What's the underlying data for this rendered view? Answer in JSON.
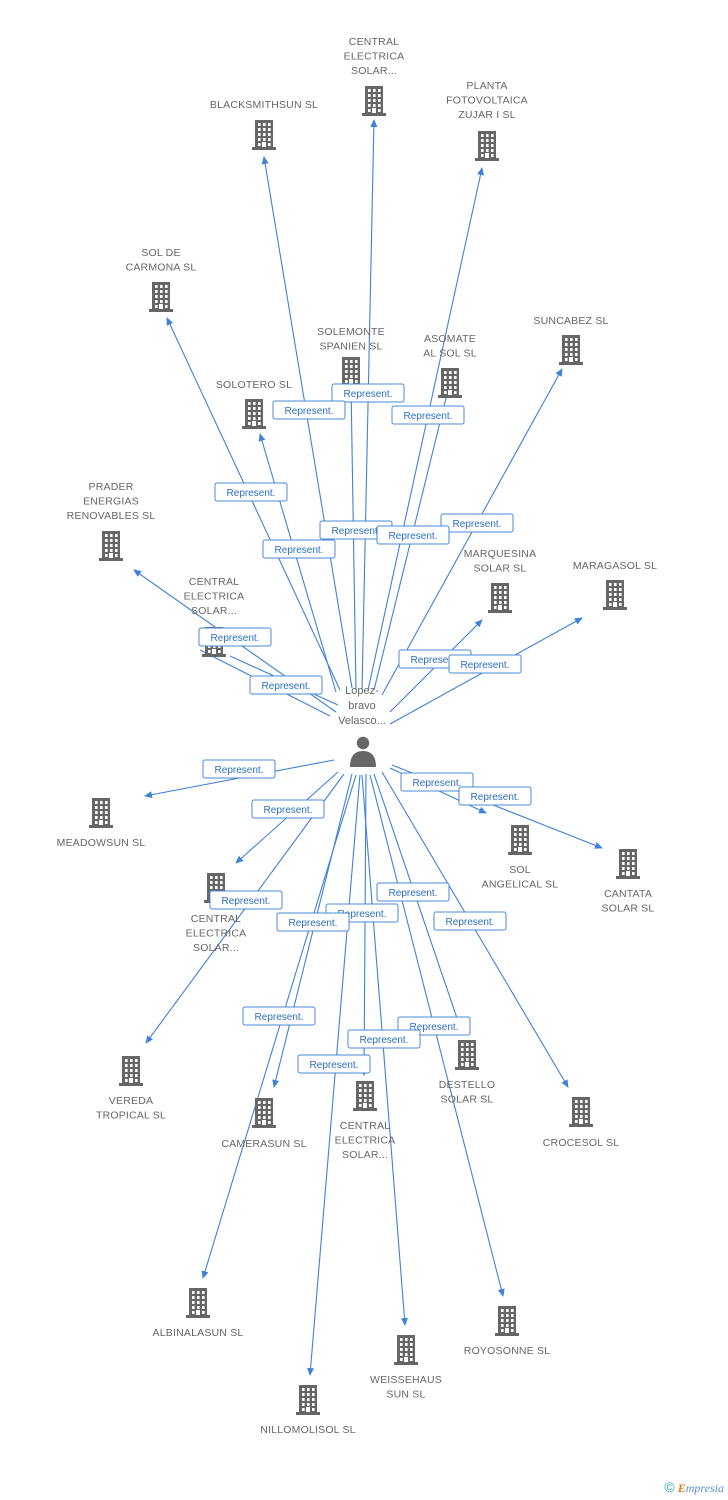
{
  "center": {
    "label_lines": [
      "Lopez-",
      "bravo",
      "Velasco..."
    ]
  },
  "relation_label": "Represent.",
  "nodes": [
    {
      "id": "central1",
      "lines": [
        "CENTRAL",
        "ELECTRICA",
        "SOLAR..."
      ]
    },
    {
      "id": "planta",
      "lines": [
        "PLANTA",
        "FOTOVOLTAICA",
        "ZUJAR I SL"
      ]
    },
    {
      "id": "blacksmith",
      "lines": [
        "BLACKSMITHSUN SL"
      ]
    },
    {
      "id": "soldecarmona",
      "lines": [
        "SOL DE",
        "CARMONA SL"
      ]
    },
    {
      "id": "solemonte",
      "lines": [
        "SOLEMONTE",
        "SPANIEN SL"
      ]
    },
    {
      "id": "asomate",
      "lines": [
        "ASOMATE",
        "AL SOL SL"
      ]
    },
    {
      "id": "suncabez",
      "lines": [
        "SUNCABEZ SL"
      ]
    },
    {
      "id": "solotero",
      "lines": [
        "SOLOTERO SL"
      ]
    },
    {
      "id": "prader",
      "lines": [
        "PRADER",
        "ENERGIAS",
        "RENOVABLES SL"
      ]
    },
    {
      "id": "central2",
      "lines": [
        "CENTRAL",
        "ELECTRICA",
        "SOLAR..."
      ]
    },
    {
      "id": "marquesina",
      "lines": [
        "MARQUESINA",
        "SOLAR SL"
      ]
    },
    {
      "id": "maragasol",
      "lines": [
        "MARAGASOL SL"
      ]
    },
    {
      "id": "meadowsun",
      "lines": [
        "MEADOWSUN SL"
      ]
    },
    {
      "id": "solangelical",
      "lines": [
        "SOL",
        "ANGELICAL SL"
      ]
    },
    {
      "id": "cantata",
      "lines": [
        "CANTATA",
        "SOLAR SL"
      ]
    },
    {
      "id": "central3",
      "lines": [
        "CENTRAL",
        "ELECTRICA",
        "SOLAR..."
      ]
    },
    {
      "id": "vereda",
      "lines": [
        "VEREDA",
        "TROPICAL SL"
      ]
    },
    {
      "id": "camerasun",
      "lines": [
        "CAMERASUN SL"
      ]
    },
    {
      "id": "central4",
      "lines": [
        "CENTRAL",
        "ELECTRICA",
        "SOLAR..."
      ]
    },
    {
      "id": "destello",
      "lines": [
        "DESTELLO",
        "SOLAR SL"
      ]
    },
    {
      "id": "crocesol",
      "lines": [
        "CROCESOL SL"
      ]
    },
    {
      "id": "albinalasun",
      "lines": [
        "ALBINALASUN SL"
      ]
    },
    {
      "id": "royosonne",
      "lines": [
        "ROYOSONNE SL"
      ]
    },
    {
      "id": "weissehaus",
      "lines": [
        "WEISSEHAUS",
        "SUN SL"
      ]
    },
    {
      "id": "nillomolisol",
      "lines": [
        "NILLOMOLISOL SL"
      ]
    }
  ],
  "credit": {
    "symbol": "©",
    "brand_initial": "E",
    "brand_rest": "mpresia"
  },
  "colors": {
    "edge": "#3f82d8",
    "icon": "#666666",
    "label": "#666666",
    "relation_text": "#2d6fc4"
  },
  "icons": {
    "company": "building-icon",
    "person": "person-icon"
  }
}
